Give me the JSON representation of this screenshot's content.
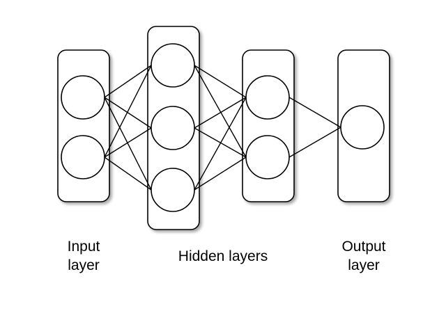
{
  "labels": {
    "input": {
      "line1": "Input",
      "line2": "layer"
    },
    "hidden": "Hidden layers",
    "output": {
      "line1": "Output",
      "line2": "layer"
    }
  },
  "colors": {
    "stroke": "#000000",
    "fill": "#ffffff",
    "shadow": "#c8c8c8"
  },
  "network": {
    "layers": [
      {
        "id": "input",
        "neurons": 2
      },
      {
        "id": "hidden-1",
        "neurons": 3
      },
      {
        "id": "hidden-2",
        "neurons": 2
      },
      {
        "id": "output",
        "neurons": 1
      }
    ],
    "connectivity": "fully-connected"
  }
}
